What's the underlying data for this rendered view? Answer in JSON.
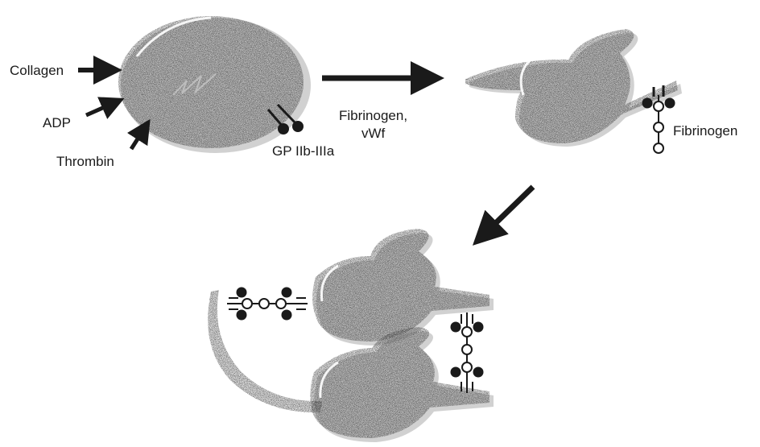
{
  "labels": {
    "collagen": "Collagen",
    "adp": "ADP",
    "thrombin": "Thrombin",
    "gp_receptor": "GP IIb-IIIa",
    "stimulus_line1": "Fibrinogen,",
    "stimulus_line2": "vWf",
    "fibrinogen": "Fibrinogen"
  },
  "colors": {
    "cell_fill": "#2f2f2f",
    "cell_shadow": "#9a9a9a",
    "ink": "#1a1a1a",
    "paper": "#ffffff"
  }
}
